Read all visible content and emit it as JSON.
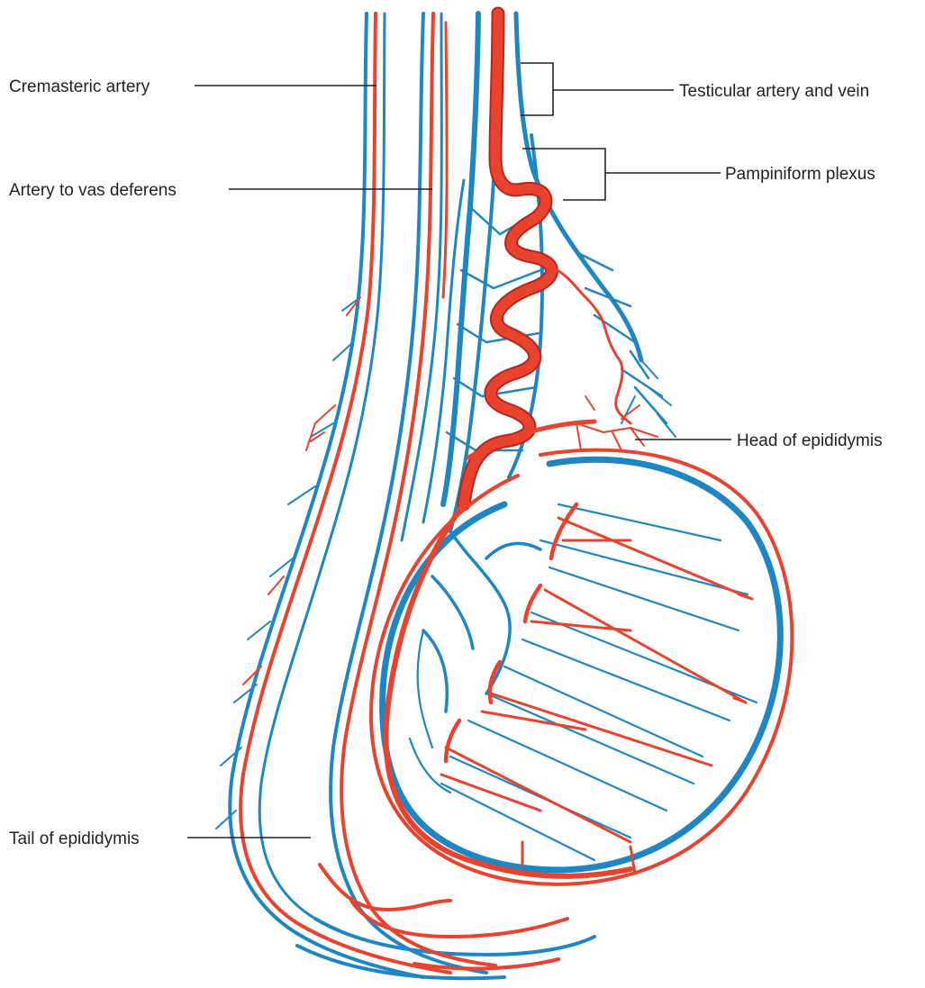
{
  "labels": {
    "cremasteric_artery": "Cremasteric artery",
    "artery_to_vas_deferens": "Artery to vas deferens",
    "testicular_artery_and_vein": "Testicular artery and vein",
    "pampiniform_plexus": "Pampiniform plexus",
    "head_of_epididymis": "Head of epididymis",
    "tail_of_epididymis": "Tail of  epididymis"
  },
  "colors": {
    "artery": "#e8432e",
    "artery_edge": "#b8261a",
    "vein": "#1f86c4",
    "vein_edge": "#145e8f",
    "label_text": "#222222",
    "background": "#ffffff"
  }
}
